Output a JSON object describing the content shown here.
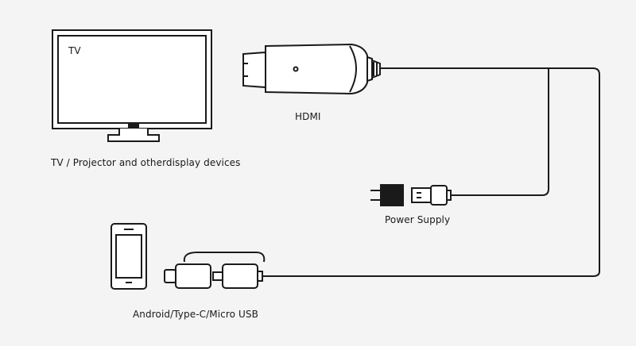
{
  "labels": {
    "tv": "TV",
    "devices": "TV / Projector and otherdisplay devices",
    "hdmi": "HDMI",
    "power_supply": "Power Supply",
    "phone_ports": "Android/Type-C/Micro USB"
  },
  "colors": {
    "background": "#f4f4f4",
    "line": "#1a1a1a",
    "fill": "#ffffff"
  },
  "icons": [
    "tv-icon",
    "hdmi-connector-icon",
    "power-plug-icon",
    "usb-a-connector-icon",
    "smartphone-icon",
    "usb-c-connector-icon",
    "micro-usb-connector-icon"
  ]
}
